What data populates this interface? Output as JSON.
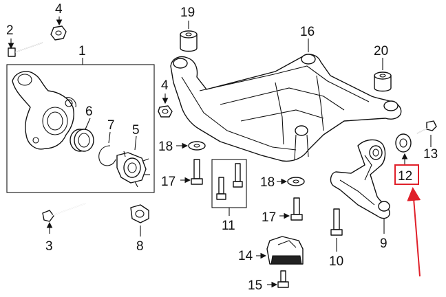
{
  "callouts": {
    "c1": "1",
    "c2": "2",
    "c3": "3",
    "c4a": "4",
    "c4b": "4",
    "c5": "5",
    "c6": "6",
    "c7": "7",
    "c8": "8",
    "c9": "9",
    "c10": "10",
    "c11": "11",
    "c12": "12",
    "c13": "13",
    "c14": "14",
    "c15": "15",
    "c16": "16",
    "c17a": "17",
    "c17b": "17",
    "c18a": "18",
    "c18b": "18",
    "c19": "19",
    "c20": "20"
  },
  "highlight": {
    "callout": "12",
    "color": "#e0202a"
  }
}
